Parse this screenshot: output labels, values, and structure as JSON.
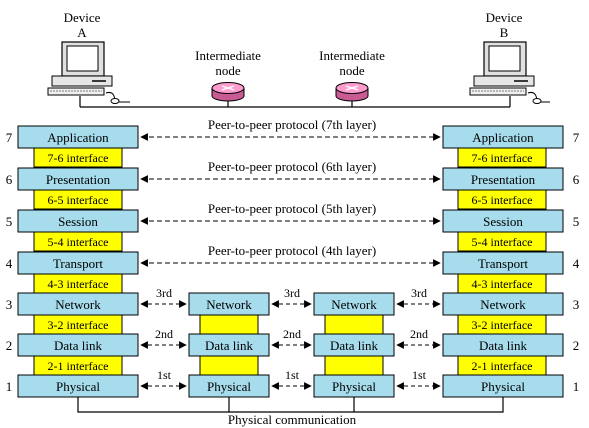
{
  "devices": [
    {
      "label_line1": "Device",
      "label_line2": "A"
    },
    {
      "label_line1": "Device",
      "label_line2": "B"
    }
  ],
  "intermediate_nodes": [
    {
      "label_line1": "Intermediate",
      "label_line2": "node"
    },
    {
      "label_line1": "Intermediate",
      "label_line2": "node"
    }
  ],
  "layers": [
    {
      "number": "7",
      "name": "Application"
    },
    {
      "number": "6",
      "name": "Presentation"
    },
    {
      "number": "5",
      "name": "Session"
    },
    {
      "number": "4",
      "name": "Transport"
    },
    {
      "number": "3",
      "name": "Network"
    },
    {
      "number": "2",
      "name": "Data link"
    },
    {
      "number": "1",
      "name": "Physical"
    }
  ],
  "interfaces": [
    "7-6 interface",
    "6-5 interface",
    "5-4 interface",
    "4-3 interface",
    "3-2 interface",
    "2-1 interface"
  ],
  "peer_protocols": [
    "Peer-to-peer protocol (7th layer)",
    "Peer-to-peer protocol (6th layer)",
    "Peer-to-peer protocol (5th layer)",
    "Peer-to-peer protocol (4th layer)"
  ],
  "hop_labels": {
    "network": "3rd",
    "datalink": "2nd",
    "physical": "1st"
  },
  "bottom_label": "Physical communication",
  "colors": {
    "layer_box": "#a6dcec",
    "interface_box": "#ffff00",
    "node": "#ff88c8",
    "line": "#000000"
  }
}
